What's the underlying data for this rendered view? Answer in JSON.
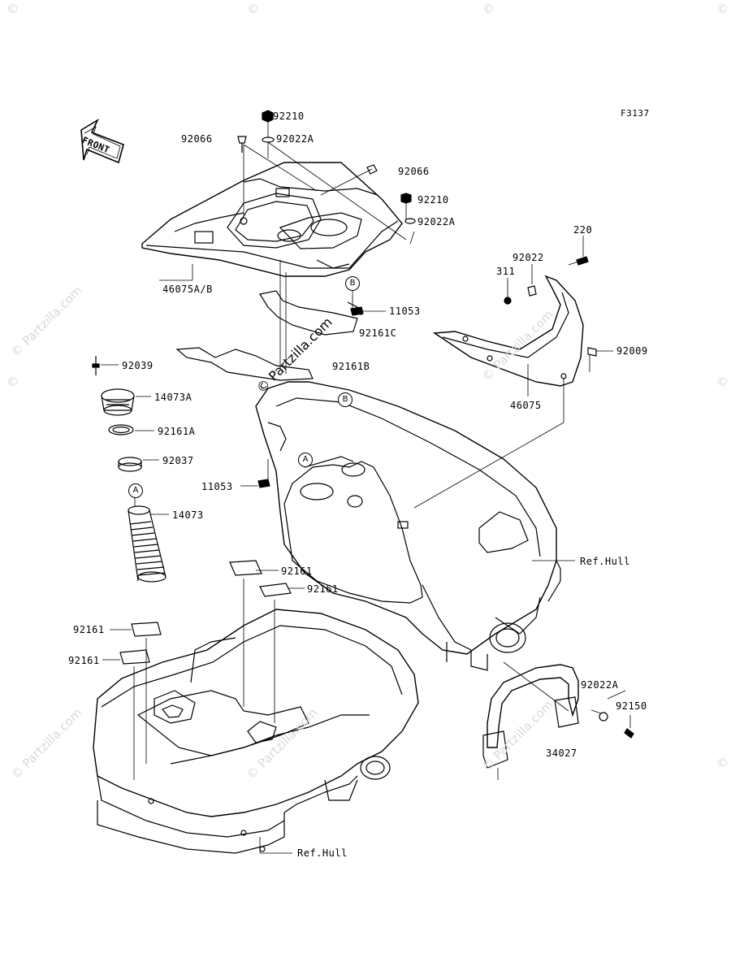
{
  "figure_code": "F3137",
  "front_marker": "FRONT",
  "watermark_text": "© Partzilla.com",
  "watermark_center": "© Partzilla.com",
  "copyright_symbol": "©",
  "callouts": {
    "a": "A",
    "b": "B"
  },
  "parts": {
    "p92210_top": "92210",
    "p92066_left": "92066",
    "p92022a_top": "92022A",
    "p92066_right": "92066",
    "p92210_mid": "92210",
    "p92022a_mid": "92022A",
    "p46075ab": "46075A/B",
    "p11053_top": "11053",
    "p92161c": "92161C",
    "p92161b": "92161B",
    "p220": "220",
    "p92022": "92022",
    "p311": "311",
    "p92009": "92009",
    "p46075": "46075",
    "p92039": "92039",
    "p14073a": "14073A",
    "p92161a": "92161A",
    "p92037": "92037",
    "p11053_left": "11053",
    "p14073": "14073",
    "ref_hull_right": "Ref.Hull",
    "p92161_1": "92161",
    "p92161_2": "92161",
    "p92161_3": "92161",
    "p92161_4": "92161",
    "p92022a_bottom": "92022A",
    "p92150": "92150",
    "p34027": "34027",
    "ref_hull_bottom": "Ref.Hull"
  },
  "colors": {
    "line": "#000000",
    "watermark": "#d9d9d9",
    "background": "#ffffff"
  }
}
